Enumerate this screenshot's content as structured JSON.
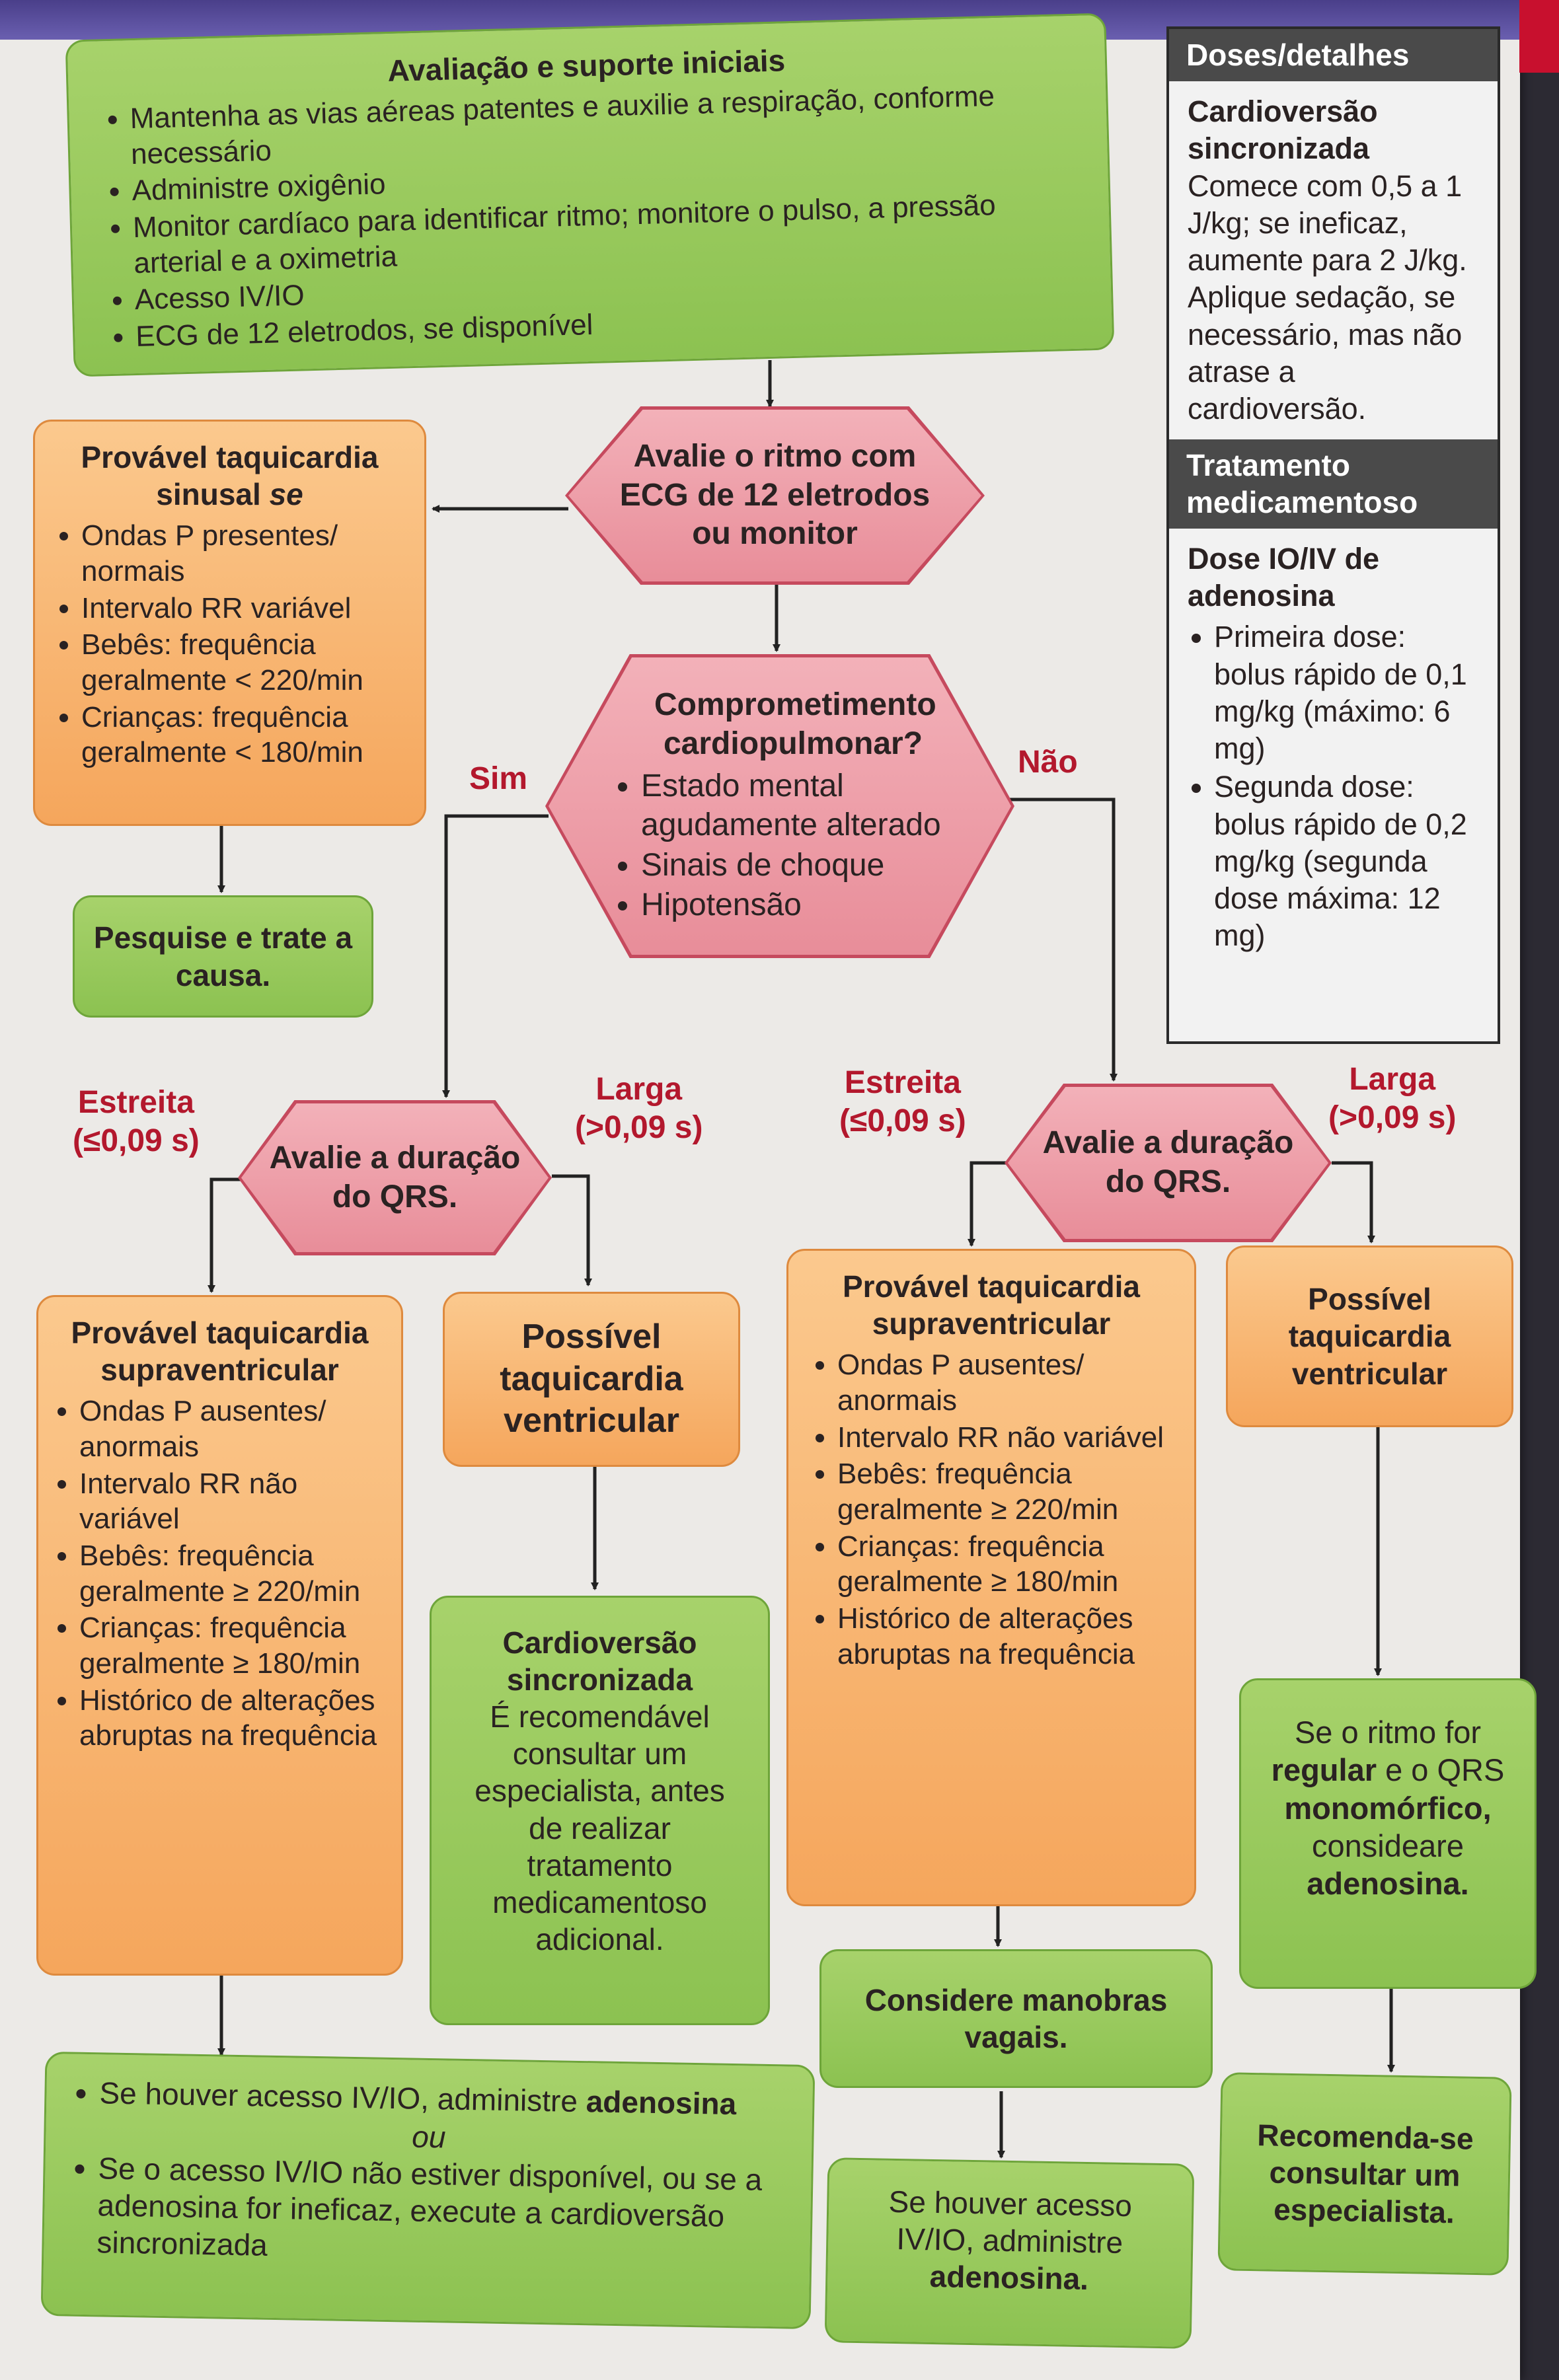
{
  "initial": {
    "title": "Avaliação e suporte iniciais",
    "items": [
      "Mantenha as vias aéreas patentes e auxilie a respiração, conforme necessário",
      "Administre oxigênio",
      "Monitor cardíaco para identificar ritmo; monitore o pulso, a pressão arterial e a oximetria",
      "Acesso IV/IO",
      "ECG de 12 eletrodos, se disponível"
    ]
  },
  "evaluate_rhythm": {
    "lines": [
      "Avalie o ritmo com",
      "ECG de 12 eletrodos",
      "ou monitor"
    ]
  },
  "sinus": {
    "title_1": "Provável taquicardia",
    "title_2": "sinusal",
    "title_em": "se",
    "items": [
      "Ondas P presentes/ normais",
      "Intervalo RR variável",
      "Bebês: frequência geralmente < 220/min",
      "Crianças: frequência geralmente < 180/min"
    ]
  },
  "search_cause": "Pesquise e trate a causa.",
  "compromise": {
    "title": "Comprometimento cardiopulmonar?",
    "items": [
      "Estado mental agudamente alterado",
      "Sinais de choque",
      "Hipotensão"
    ]
  },
  "labels": {
    "yes": "Sim",
    "no": "Não",
    "narrow_1": "Estreita",
    "narrow_2": "(≤0,09 s)",
    "wide_1": "Larga",
    "wide_2": "(>0,09 s)"
  },
  "qrs": {
    "line1": "Avalie a duração",
    "line2": "do QRS."
  },
  "svt": {
    "title": "Provável taquicardia supraventricular",
    "items": [
      "Ondas P ausentes/ anormais",
      "Intervalo RR não variável",
      "Bebês: frequência geralmente ≥ 220/min",
      "Crianças: frequência geralmente ≥ 180/min",
      "Histórico de alterações abruptas na frequência"
    ]
  },
  "vt": "Possível taquicardia ventricular",
  "cardioversion": {
    "title": "Cardioversão sincronizada",
    "text": "É recomendável consultar um especialista, antes de realizar tratamento medicamentoso adicional."
  },
  "adenosine_left": {
    "item1_pre": "Se houver acesso IV/IO, administre",
    "item1_bold": "adenosina",
    "or": "ou",
    "item2": "Se o acesso IV/IO não estiver disponível, ou se a adenosina for ineficaz, execute a cardioversão sincronizada"
  },
  "vagal": "Considere manobras vagais.",
  "adenosine_mid": {
    "pre": "Se houver acesso IV/IO, administre",
    "bold": "adenosina."
  },
  "regular": {
    "t1": "Se o ritmo for",
    "b1": "regular",
    "t2": "e o QRS",
    "b2": "monomórfico,",
    "t3": "consideare",
    "b3": "adenosina."
  },
  "consult": "Recomenda-se consultar um especialista.",
  "side": {
    "header": "Doses/detalhes",
    "cardio_title": "Cardioversão sincronizada",
    "cardio_text": "Comece com 0,5 a 1 J/kg; se ineficaz, aumente para 2 J/kg. Aplique sedação, se necessário, mas não atrase a cardioversão.",
    "med_header": "Tratamento medicamentoso",
    "dose_title": "Dose IO/IV de adenosina",
    "dose_items": [
      "Primeira dose: bolus rápido de 0,1 mg/kg (máximo: 6 mg)",
      "Segunda dose: bolus rápido de 0,2 mg/kg (segunda dose máxima: 12 mg)"
    ]
  },
  "colors": {
    "green": "#8cc251",
    "orange": "#f5a65c",
    "hex": "#e88d99",
    "label_red": "#b3182d"
  }
}
